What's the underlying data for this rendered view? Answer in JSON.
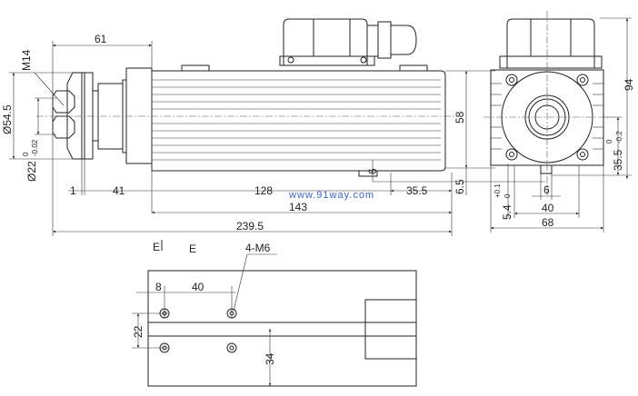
{
  "watermark": "www.91way.com",
  "side_view": {
    "dims": {
      "d61": "61",
      "m14": "M14",
      "d54_5": "Ø54.5",
      "d22": "Ø22",
      "d22_tol_upper": "0",
      "d22_tol_lower": "-0.02",
      "d1": "1",
      "d41": "41",
      "d128": "128",
      "d35_5": "35.5",
      "d143": "143",
      "d239_5": "239.5",
      "d6": "6",
      "d58": "58",
      "d6_5": "6.5"
    }
  },
  "end_view": {
    "dims": {
      "d94": "94",
      "d35_5": "35.5",
      "d35_5_tol_upper": "0",
      "d35_5_tol_lower": "-0.2",
      "d5_4": "5.4",
      "d5_4_tol_upper": "+0.1",
      "d5_4_tol_lower": "0",
      "d6": "6",
      "d40": "40",
      "d68": "68"
    }
  },
  "bottom_view": {
    "section_label": "E",
    "view_label": "E",
    "holes_label": "4-M6",
    "dims": {
      "d8": "8",
      "d40": "40",
      "d22": "22",
      "d34": "34"
    }
  }
}
